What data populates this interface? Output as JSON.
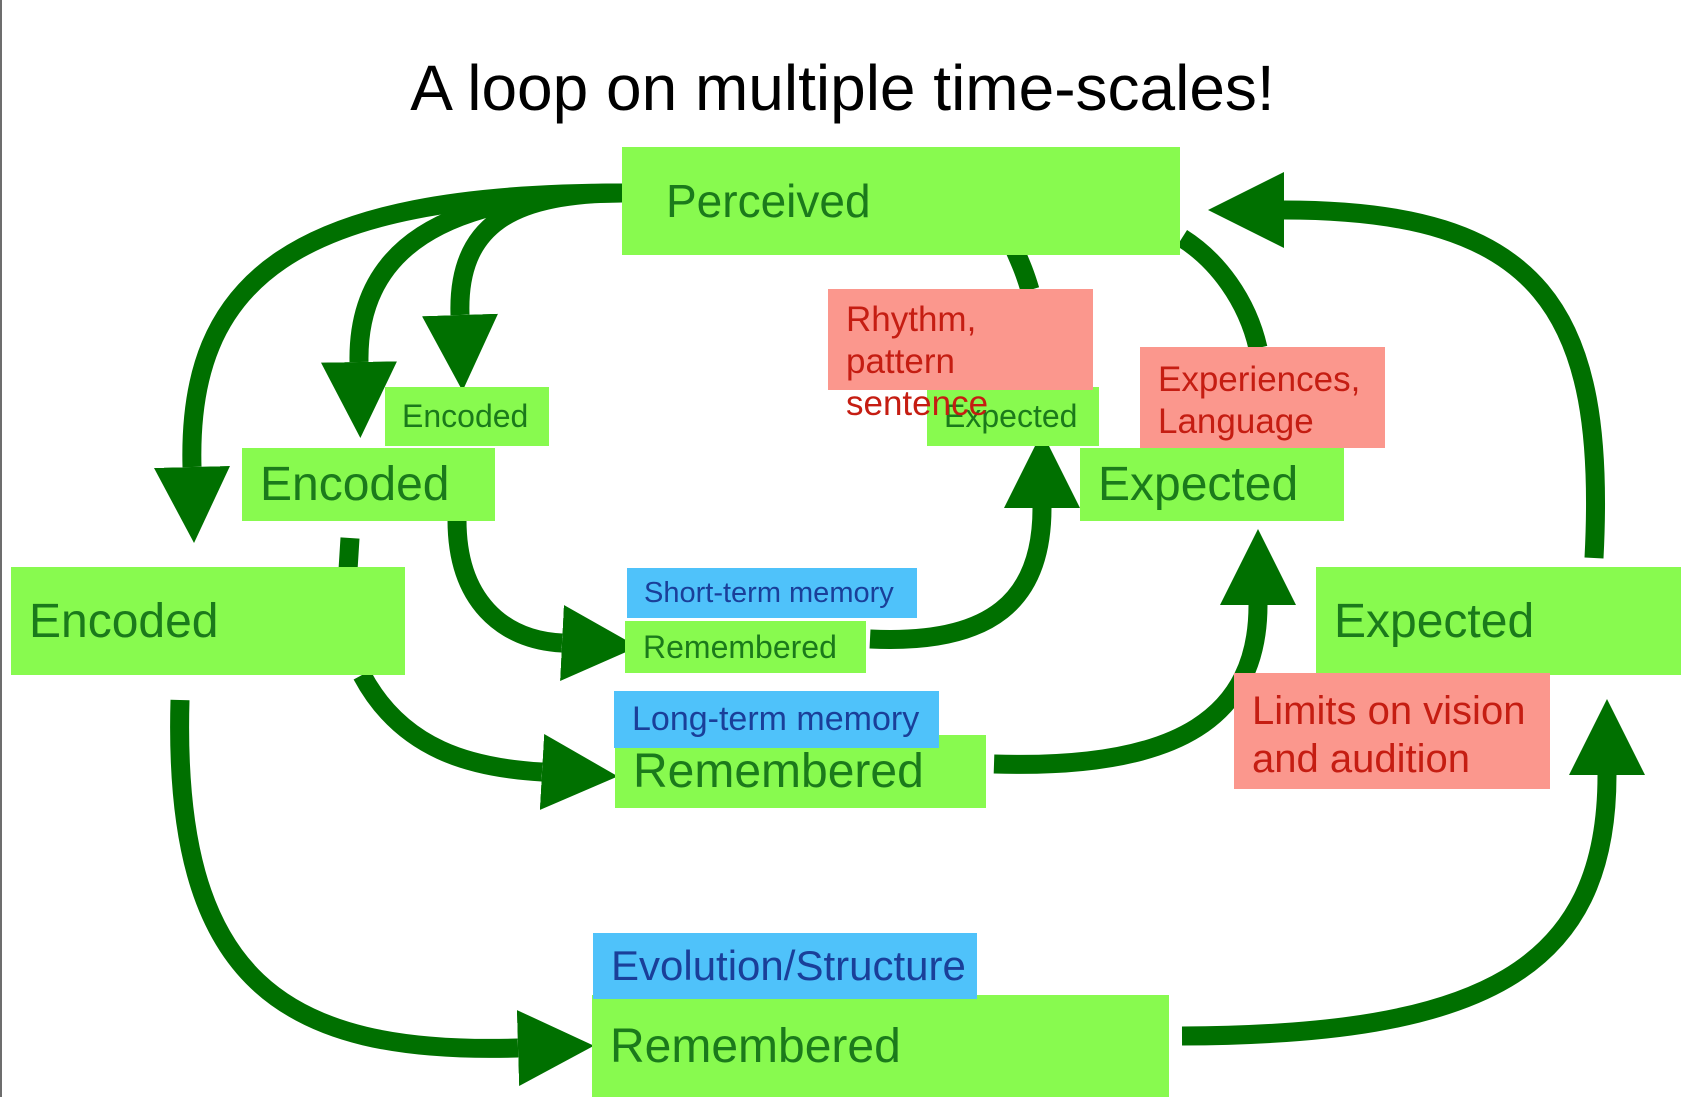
{
  "title": "A loop on multiple time-scales!",
  "colors": {
    "node": "#88fa4f",
    "node_text": "#1b7a1b",
    "memory_tag": "#4fc2fa",
    "memory_text": "#1a3f99",
    "constraint_tag": "#fb978d",
    "constraint_text": "#c51d12",
    "arrow": "#007000"
  },
  "nodes": {
    "perceived": "Perceived",
    "encoded_short": "Encoded",
    "encoded_long": "Encoded",
    "encoded_evolution": "Encoded",
    "remembered_short": "Remembered",
    "remembered_long": "Remembered",
    "remembered_evolution": "Remembered",
    "expected_short": "Expected",
    "expected_long": "Expected",
    "expected_evolution": "Expected"
  },
  "memory_tags": {
    "short": "Short-term memory",
    "long": "Long-term memory",
    "evolution": "Evolution/Structure"
  },
  "constraint_tags": {
    "short": "Rhythm, pattern sentence",
    "long": "Experiences, Language",
    "evolution": "Limits on vision and audition"
  }
}
